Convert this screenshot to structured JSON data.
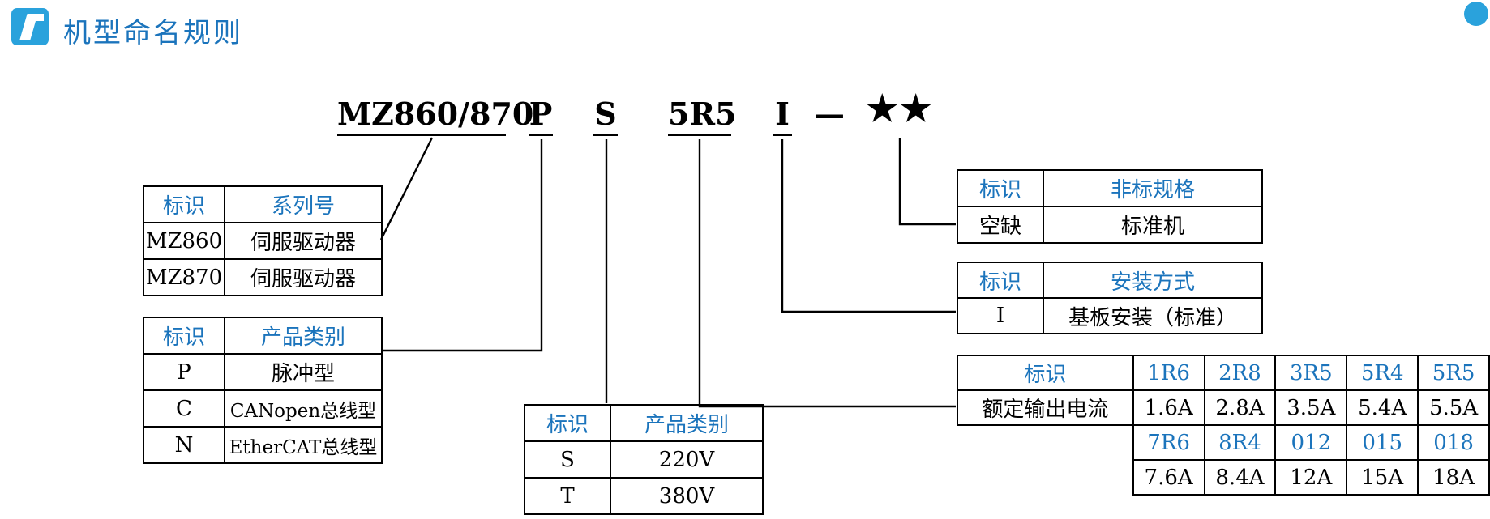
{
  "header": {
    "title": "机型命名规则"
  },
  "model_code": {
    "series": "MZ860/870",
    "type": "P",
    "voltage": "S",
    "current": "5R5",
    "mounting": "I",
    "dash": "—",
    "stars": "★★"
  },
  "series_table": {
    "headers": [
      "标识",
      "系列号"
    ],
    "rows": [
      [
        "MZ860",
        "伺服驱动器"
      ],
      [
        "MZ870",
        "伺服驱动器"
      ]
    ]
  },
  "category_table": {
    "headers": [
      "标识",
      "产品类别"
    ],
    "rows": [
      [
        "P",
        "脉冲型"
      ],
      [
        "C",
        "CANopen总线型"
      ],
      [
        "N",
        "EtherCAT总线型"
      ]
    ]
  },
  "voltage_table": {
    "headers": [
      "标识",
      "产品类别"
    ],
    "rows": [
      [
        "S",
        "220V"
      ],
      [
        "T",
        "380V"
      ]
    ]
  },
  "nonstandard_table": {
    "headers": [
      "标识",
      "非标规格"
    ],
    "rows": [
      [
        "空缺",
        "标准机"
      ]
    ]
  },
  "mounting_table": {
    "headers": [
      "标识",
      "安装方式"
    ],
    "rows": [
      [
        "I",
        "基板安装（标准）"
      ]
    ]
  },
  "current_table": {
    "id_label": "标识",
    "value_label": "额定输出电流",
    "codes_row1": [
      "1R6",
      "2R8",
      "3R5",
      "5R4",
      "5R5"
    ],
    "values_row1": [
      "1.6A",
      "2.8A",
      "3.5A",
      "5.4A",
      "5.5A"
    ],
    "codes_row2": [
      "7R6",
      "8R4",
      "012",
      "015",
      "018"
    ],
    "values_row2": [
      "7.6A",
      "8.4A",
      "12A",
      "15A",
      "18A"
    ]
  },
  "colors": {
    "accent_blue": "#1b74bc",
    "icon_blue": "#2aa2dc"
  }
}
